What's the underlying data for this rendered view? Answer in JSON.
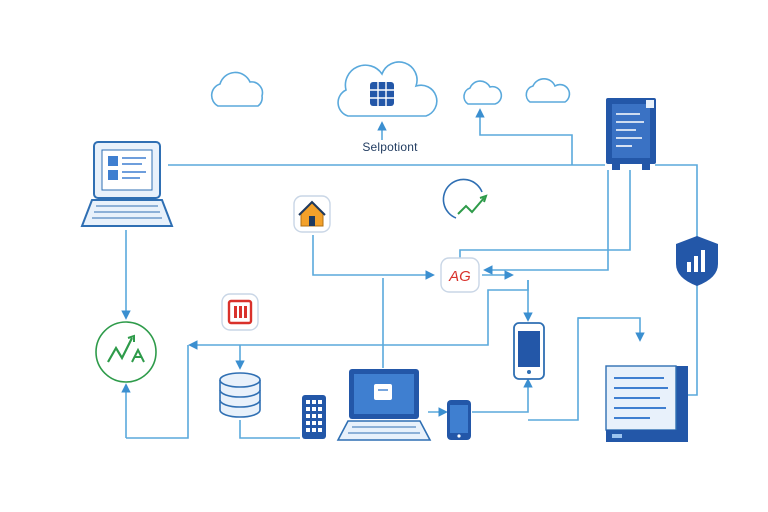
{
  "diagram": {
    "caption": "Selpotiont",
    "badge_text": "AG",
    "colors": {
      "line": "#5aa9dc",
      "arrow": "#3b8fd0",
      "device_stroke": "#2f6fb3",
      "device_fill": "#e8f1fb",
      "dark_blue": "#2357a8",
      "screen_blue": "#3f7fd0",
      "red": "#d9312b",
      "green": "#2e9b4a",
      "orange": "#f3a12a"
    },
    "nodes": [
      {
        "id": "cloud-left",
        "icon": "cloud-icon"
      },
      {
        "id": "cloud-center",
        "icon": "cloud-server-icon"
      },
      {
        "id": "cloud-right-a",
        "icon": "cloud-icon"
      },
      {
        "id": "cloud-right-b",
        "icon": "cloud-icon"
      },
      {
        "id": "document",
        "icon": "document-icon"
      },
      {
        "id": "laptop-left",
        "icon": "laptop-icon"
      },
      {
        "id": "home",
        "icon": "home-icon"
      },
      {
        "id": "analytics",
        "icon": "trend-chart-icon"
      },
      {
        "id": "shield",
        "icon": "shield-chart-icon"
      },
      {
        "id": "ag-badge",
        "icon": "ag-badge-icon"
      },
      {
        "id": "red-app",
        "icon": "red-app-icon"
      },
      {
        "id": "growth",
        "icon": "growth-chart-icon"
      },
      {
        "id": "database",
        "icon": "database-icon"
      },
      {
        "id": "tablet",
        "icon": "keypad-phone-icon"
      },
      {
        "id": "laptop-center",
        "icon": "laptop-icon"
      },
      {
        "id": "phone-small",
        "icon": "smartphone-icon"
      },
      {
        "id": "phone-right",
        "icon": "smartphone-icon"
      },
      {
        "id": "server-monitor",
        "icon": "server-monitor-icon"
      }
    ]
  }
}
